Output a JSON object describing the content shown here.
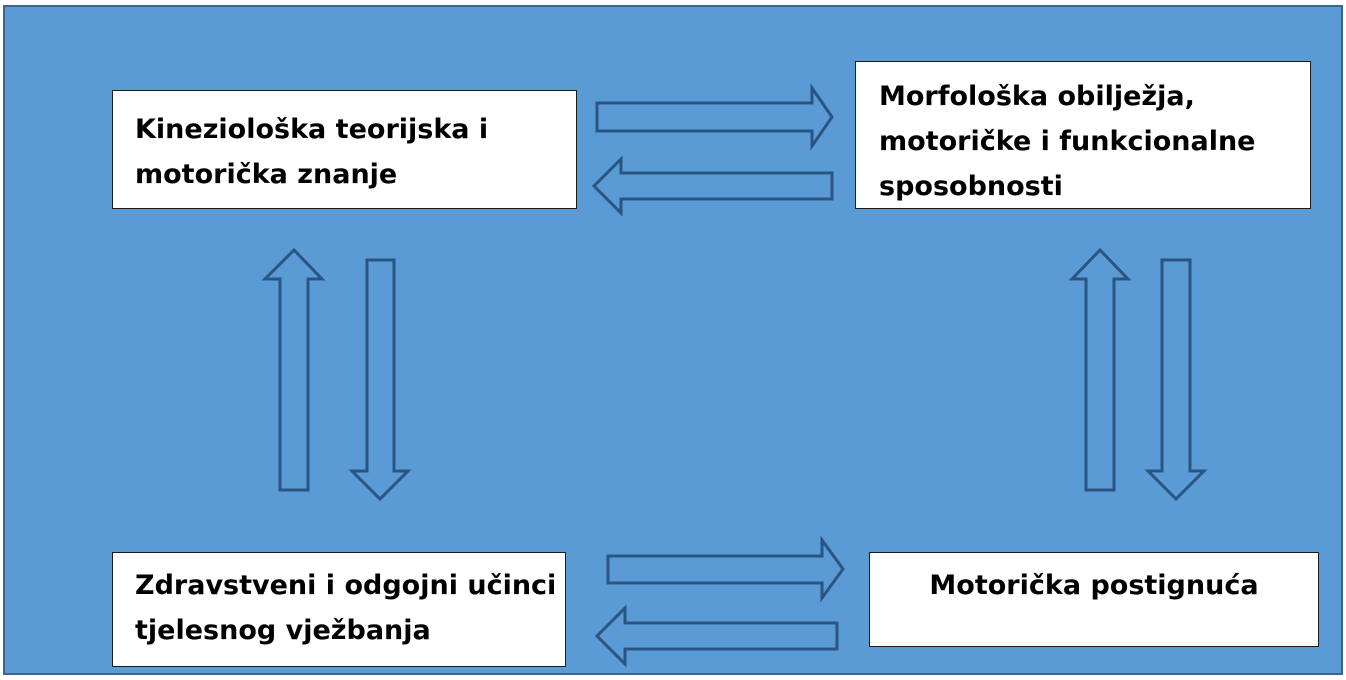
{
  "diagram": {
    "background_color": "#5B9BD5",
    "arrow_color": "#2A5582",
    "nodes": [
      {
        "id": "kinesiology-knowledge",
        "lines": [
          "Kineziološka teorijska i",
          "motorička znanje"
        ]
      },
      {
        "id": "abilities",
        "lines": [
          "Morfološka obilježja,",
          "motoričke i funkcionalne",
          "sposobnosti"
        ]
      },
      {
        "id": "health-effects",
        "lines": [
          "Zdravstveni i odgojni učinci",
          "tjelesnog vježbanja"
        ]
      },
      {
        "id": "motor-achievements",
        "lines": [
          "Motorička postignuća"
        ]
      }
    ],
    "edges": [
      {
        "from": "kinesiology-knowledge",
        "to": "abilities",
        "direction": "right"
      },
      {
        "from": "abilities",
        "to": "kinesiology-knowledge",
        "direction": "left"
      },
      {
        "from": "health-effects",
        "to": "kinesiology-knowledge",
        "direction": "up"
      },
      {
        "from": "kinesiology-knowledge",
        "to": "health-effects",
        "direction": "down"
      },
      {
        "from": "motor-achievements",
        "to": "abilities",
        "direction": "up"
      },
      {
        "from": "abilities",
        "to": "motor-achievements",
        "direction": "down"
      },
      {
        "from": "health-effects",
        "to": "motor-achievements",
        "direction": "right"
      },
      {
        "from": "motor-achievements",
        "to": "health-effects",
        "direction": "left"
      }
    ]
  }
}
